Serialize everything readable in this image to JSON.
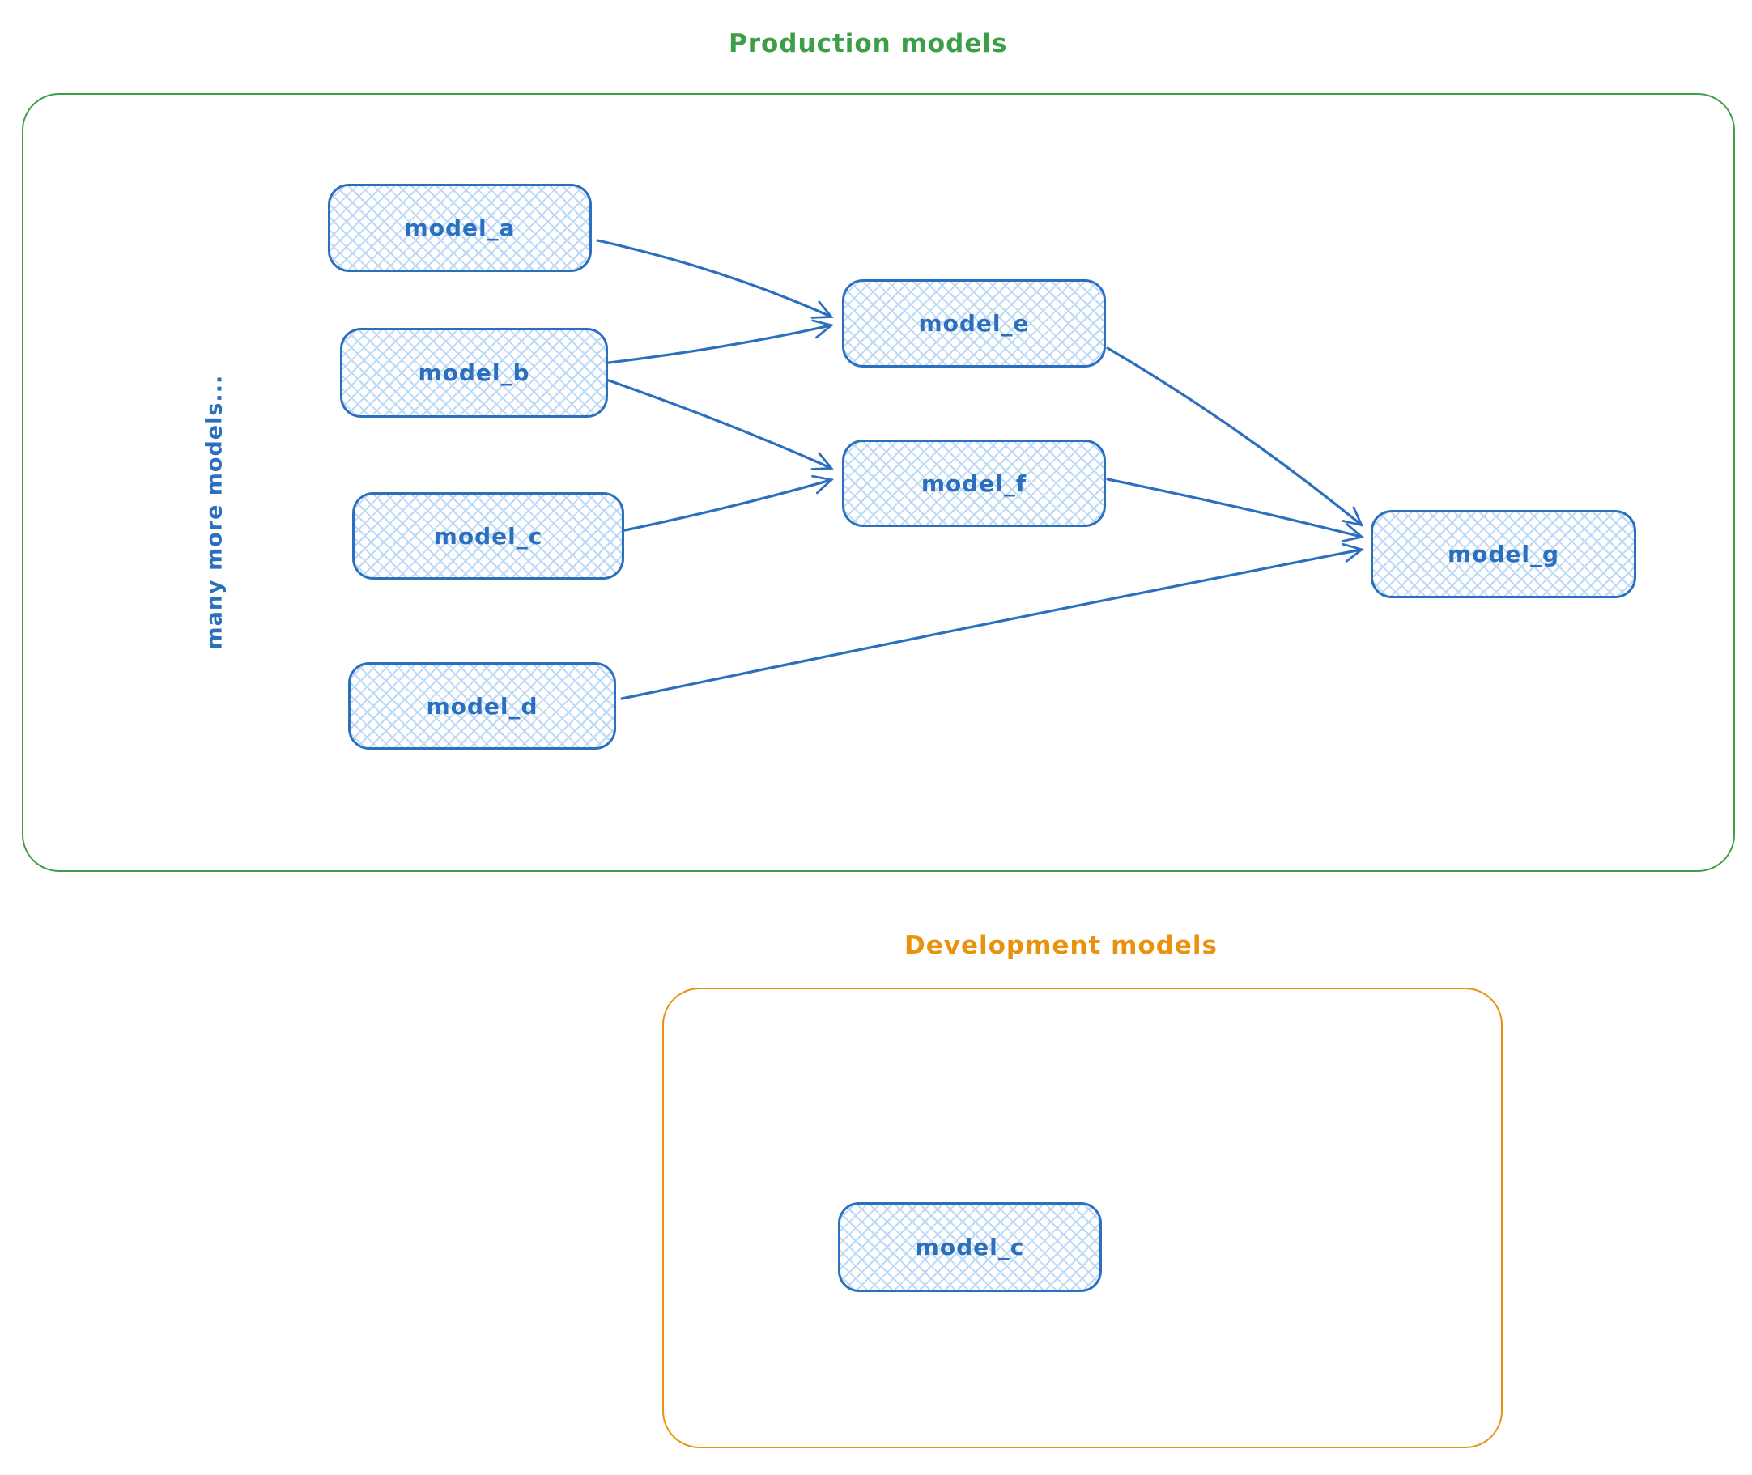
{
  "colors": {
    "blue": "#2b6fbf",
    "hatch_blue": "#bcd9f5",
    "green": "#3d9e48",
    "orange": "#e8920e"
  },
  "production": {
    "title": "Production models",
    "side_note": "many more models...",
    "nodes": {
      "model_a": "model_a",
      "model_b": "model_b",
      "model_c": "model_c",
      "model_d": "model_d",
      "model_e": "model_e",
      "model_f": "model_f",
      "model_g": "model_g"
    },
    "edges": [
      {
        "from": "model_a",
        "to": "model_e"
      },
      {
        "from": "model_b",
        "to": "model_e"
      },
      {
        "from": "model_b",
        "to": "model_f"
      },
      {
        "from": "model_c",
        "to": "model_f"
      },
      {
        "from": "model_e",
        "to": "model_g"
      },
      {
        "from": "model_f",
        "to": "model_g"
      },
      {
        "from": "model_d",
        "to": "model_g"
      }
    ]
  },
  "development": {
    "title": "Development models",
    "nodes": {
      "model_c": "model_c"
    }
  }
}
